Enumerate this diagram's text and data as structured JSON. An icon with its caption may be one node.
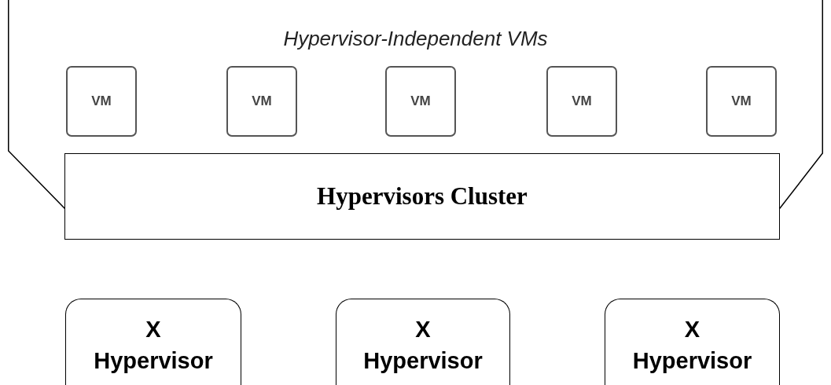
{
  "diagram": {
    "nodes": [
      {
        "text": [
          "Hypervisor-Independent VMs"
        ]
      },
      {
        "text": [
          "VM"
        ],
        "in": 0
      },
      {
        "text": [
          "VM"
        ],
        "in": 0
      },
      {
        "text": [
          "VM"
        ],
        "in": 0
      },
      {
        "text": [
          "VM"
        ],
        "in": 0
      },
      {
        "text": [
          "VM"
        ],
        "in": 0
      },
      {
        "text": [
          "Hypervisors Cluster"
        ]
      },
      {
        "text": [
          "X",
          "Hypervisor"
        ]
      },
      {
        "text": [
          "X",
          "Hypervisor"
        ]
      },
      {
        "text": [
          "X",
          "Hypervisor"
        ]
      }
    ]
  }
}
